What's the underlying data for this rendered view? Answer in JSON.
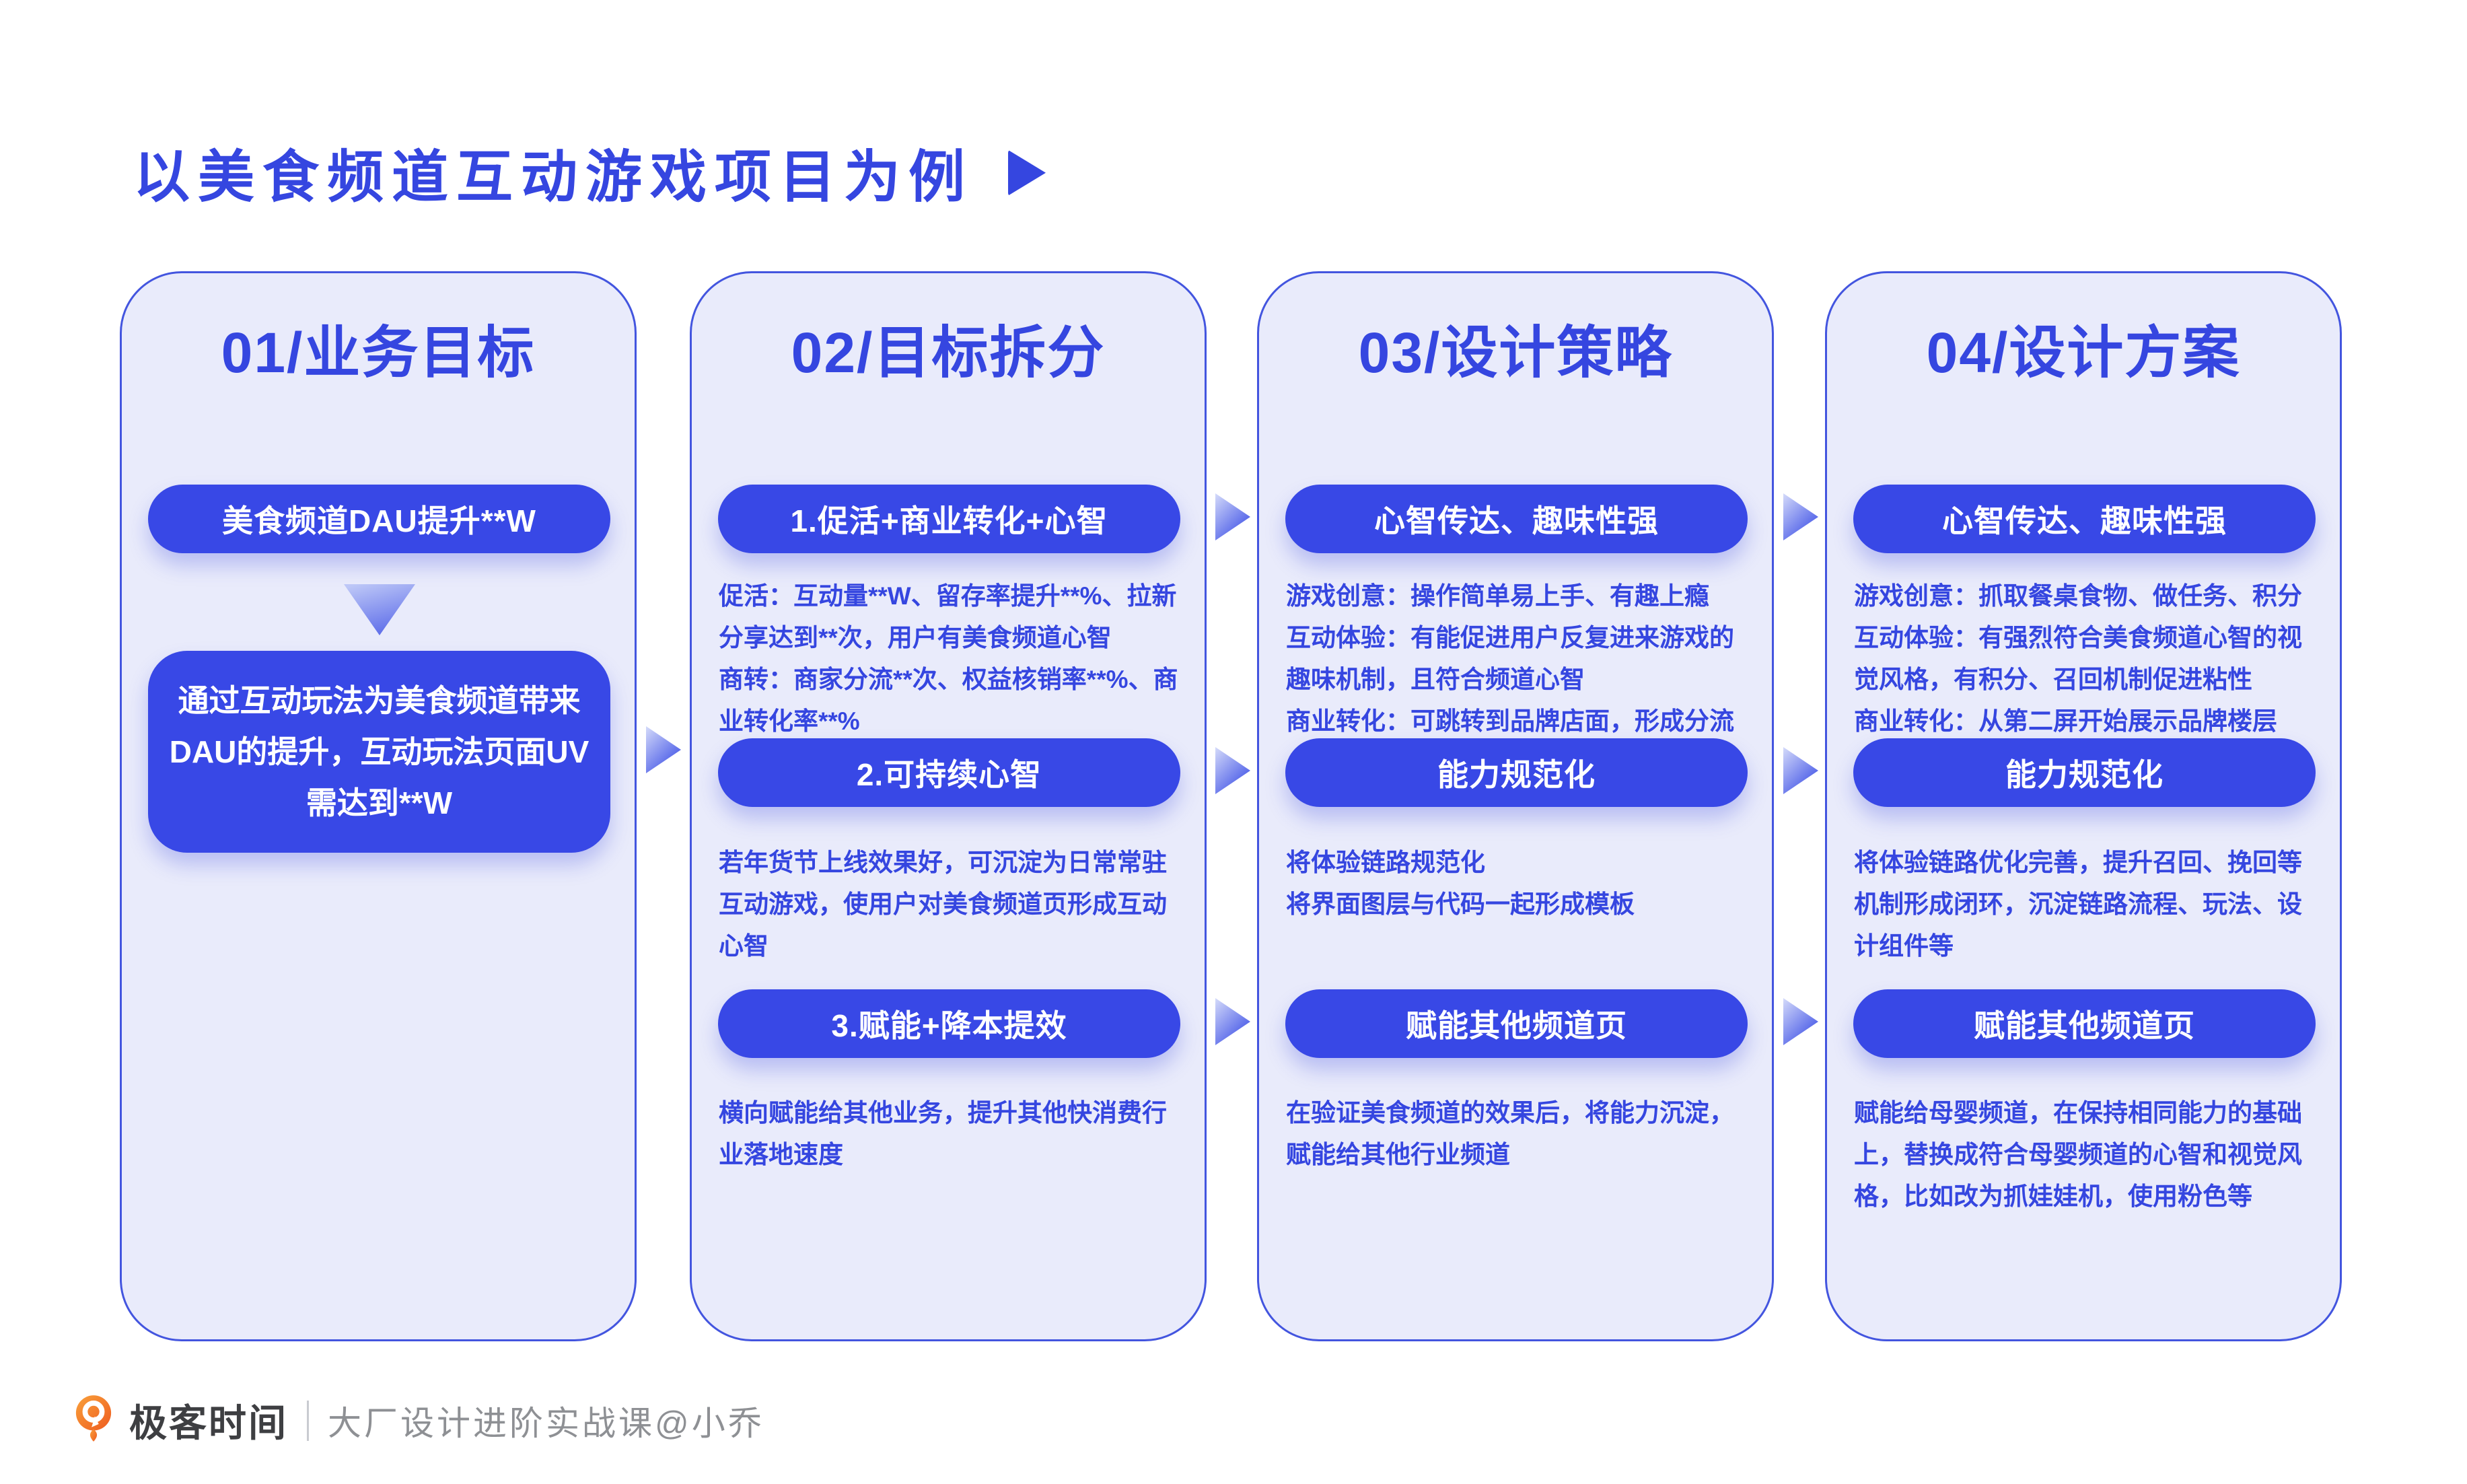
{
  "title": {
    "text": "以美食频道互动游戏项目为例"
  },
  "columns": [
    {
      "header": "01/业务目标",
      "goal_pill": "美食频道DAU提升**W",
      "goal_detail": "通过互动玩法为美食频道带来\nDAU的提升，互动玩法页面UV\n需达到**W"
    },
    {
      "header": "02/目标拆分",
      "items": [
        {
          "pill": "1.促活+商业转化+心智",
          "desc": "促活：互动量**W、留存率提升**%、拉新分享达到**次，用户有美食频道心智\n商转：商家分流**次、权益核销率**%、商业转化率**%"
        },
        {
          "pill": "2.可持续心智",
          "desc": "若年货节上线效果好，可沉淀为日常常驻互动游戏，使用户对美食频道页形成互动心智"
        },
        {
          "pill": "3.赋能+降本提效",
          "desc": "横向赋能给其他业务，提升其他快消费行业落地速度"
        }
      ]
    },
    {
      "header": "03/设计策略",
      "items": [
        {
          "pill": "心智传达、趣味性强",
          "desc": "游戏创意：操作简单易上手、有趣上瘾\n互动体验：有能促进用户反复进来游戏的趣味机制，且符合频道心智\n商业转化：可跳转到品牌店面，形成分流"
        },
        {
          "pill": "能力规范化",
          "desc": "将体验链路规范化\n将界面图层与代码一起形成模板"
        },
        {
          "pill": "赋能其他频道页",
          "desc": "在验证美食频道的效果后，将能力沉淀，赋能给其他行业频道"
        }
      ]
    },
    {
      "header": "04/设计方案",
      "items": [
        {
          "pill": "心智传达、趣味性强",
          "desc": "游戏创意：抓取餐桌食物、做任务、积分\n互动体验：有强烈符合美食频道心智的视觉风格，有积分、召回机制促进粘性\n商业转化：从第二屏开始展示品牌楼层"
        },
        {
          "pill": "能力规范化",
          "desc": "将体验链路优化完善，提升召回、挽回等机制形成闭环，沉淀链路流程、玩法、设计组件等"
        },
        {
          "pill": "赋能其他频道页",
          "desc": "赋能给母婴频道，在保持相同能力的基础上，替换成符合母婴频道的心智和视觉风格，比如改为抓娃娃机，使用粉色等"
        }
      ]
    }
  ],
  "footer": {
    "brand": "极客时间",
    "course": "大厂设计进阶实战课@小乔"
  },
  "colors": {
    "accent": "#3848E6",
    "accent_text": "#3546E0",
    "card_bg": "#E9EBFB",
    "card_border": "#4355DF",
    "page_bg": "#FFFFFF",
    "arrow_gradient_light": "#D5DBFA",
    "arrow_gradient_dark": "#4456E7",
    "logo_orange_light": "#F9A13B",
    "logo_orange_dark": "#EE5B1F",
    "brand_text": "#3E3F42",
    "course_text": "#8E9094"
  }
}
